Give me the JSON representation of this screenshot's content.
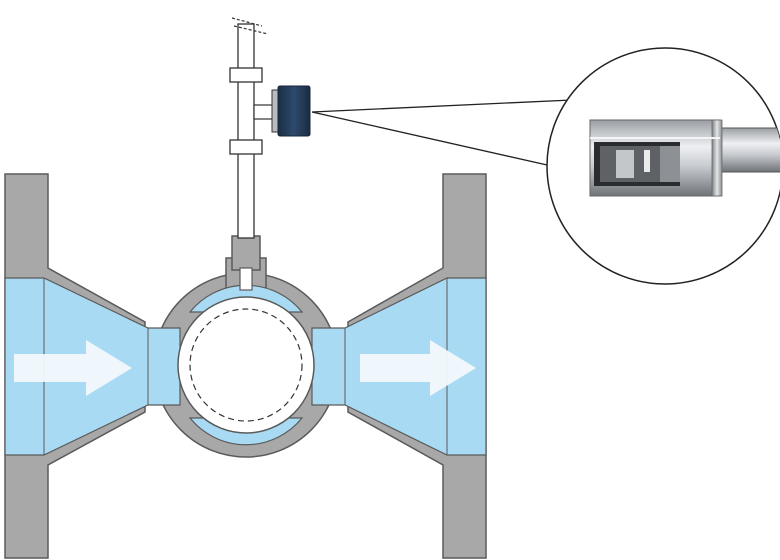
{
  "diagram": {
    "colors": {
      "background": "#ffffff",
      "valve_body": "#a8a8a8",
      "body_outline": "#5a5a5a",
      "flow_medium": "#a9daf3",
      "flow_arrow": "#f2f9fd",
      "sensor_body": "#233a55",
      "sensor_face": "#b8bcc0",
      "callout_line": "#222222",
      "rod": "#ffffff"
    },
    "flow": {
      "direction": "left-to-right",
      "arrow_count": 2
    },
    "callout": {
      "shape": "circle",
      "content": "sensor-closeup"
    },
    "icons": [
      "flow-arrow-icon",
      "proximity-sensor-icon",
      "magnifier-callout-icon"
    ]
  }
}
